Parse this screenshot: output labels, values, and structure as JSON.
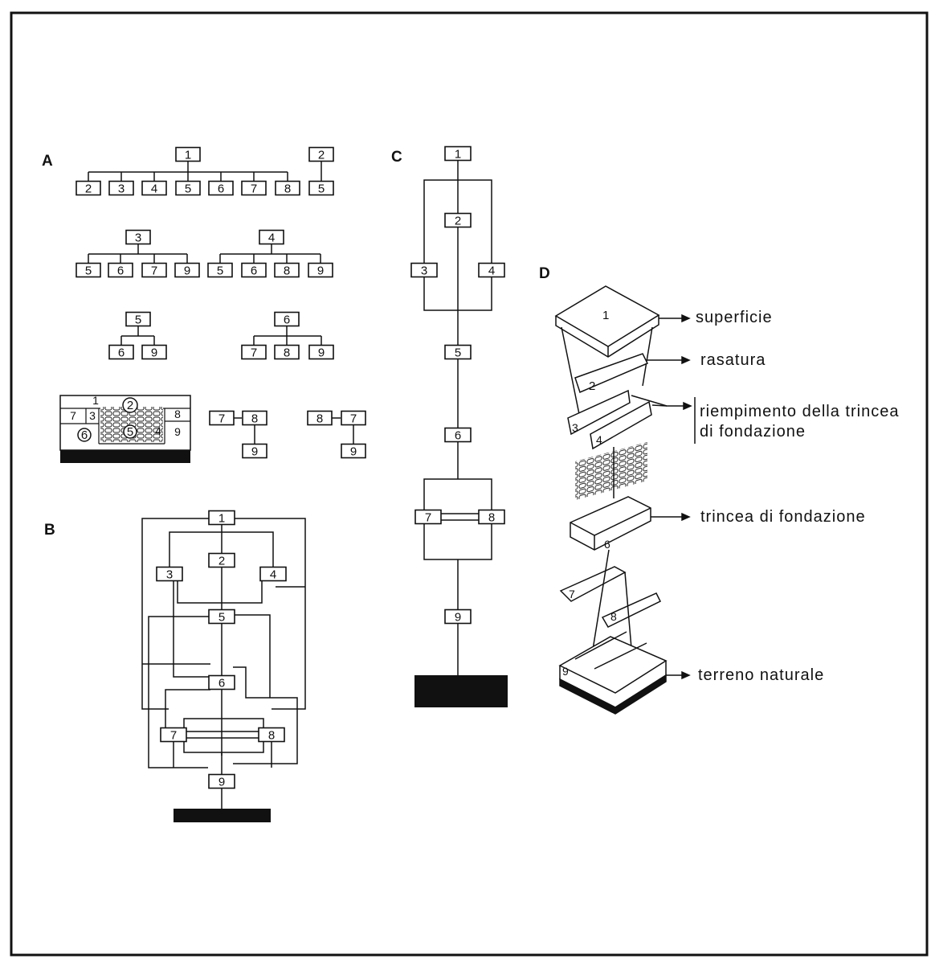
{
  "panels": {
    "A": {
      "label": "A",
      "trees": [
        {
          "root": "1",
          "children": [
            "2",
            "3",
            "4",
            "5",
            "6",
            "7",
            "8"
          ]
        },
        {
          "root": "2",
          "children": [
            "5"
          ]
        },
        {
          "root": "3",
          "children": [
            "5",
            "6",
            "7",
            "9"
          ]
        },
        {
          "root": "4",
          "children": [
            "5",
            "6",
            "8",
            "9"
          ]
        },
        {
          "root": "5",
          "children": [
            "6",
            "9"
          ]
        },
        {
          "root": "6",
          "children": [
            "7",
            "8",
            "9"
          ]
        },
        {
          "pair": [
            "7",
            "8"
          ],
          "child": "9"
        },
        {
          "pair": [
            "8",
            "7"
          ],
          "child": "9"
        }
      ],
      "section_labels": [
        "1",
        "2",
        "3",
        "4",
        "5",
        "6",
        "7",
        "8",
        "9"
      ]
    },
    "B": {
      "label": "B",
      "nodes": [
        "1",
        "2",
        "3",
        "4",
        "5",
        "6",
        "7",
        "8",
        "9"
      ]
    },
    "C": {
      "label": "C",
      "nodes": [
        "1",
        "2",
        "3",
        "4",
        "5",
        "6",
        "7",
        "8",
        "9"
      ]
    },
    "D": {
      "label": "D",
      "layer_numbers": [
        "1",
        "2",
        "3",
        "4",
        "6",
        "7",
        "8",
        "9"
      ],
      "annotations": {
        "superficie": "superficie",
        "rasatura": "rasatura",
        "riempimento_1": "riempimento della trincea",
        "riempimento_2": "di fondazione",
        "trincea": "trincea di fondazione",
        "terreno": "terreno naturale"
      }
    }
  }
}
